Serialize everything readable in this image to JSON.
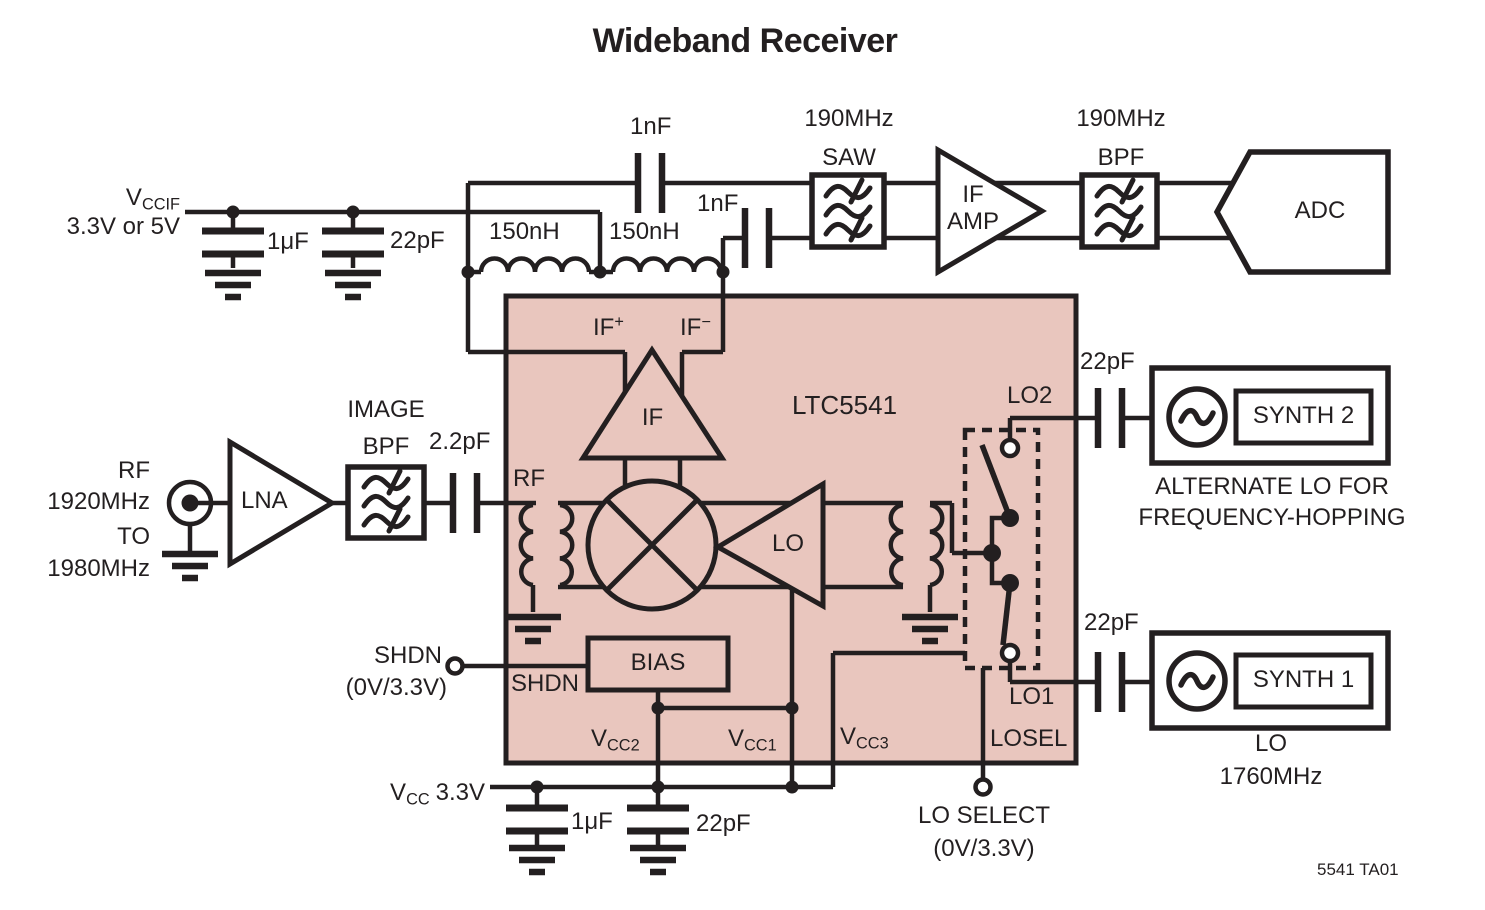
{
  "title": "Wideband Receiver",
  "caption": "5541 TA01",
  "colors": {
    "ink": "#231f20",
    "chip_fill": "#e9c6be",
    "background": "#ffffff"
  },
  "chip": {
    "name": "LTC5541",
    "pins": {
      "rf": "RF",
      "if_plus_base": "IF",
      "if_plus_sup": "+",
      "if_minus_base": "IF",
      "if_minus_sup": "−",
      "shdn": "SHDN",
      "vcc1_base": "V",
      "vcc1_sub": "CC1",
      "vcc2_base": "V",
      "vcc2_sub": "CC2",
      "vcc3_base": "V",
      "vcc3_sub": "CC3",
      "lo1": "LO1",
      "lo2": "LO2",
      "losel": "LOSEL"
    },
    "blocks": {
      "if_amp": "IF",
      "lo_amp": "LO",
      "bias": "BIAS"
    }
  },
  "supply_if": {
    "rail_base": "V",
    "rail_sub": "CCIF",
    "rail_voltage": "3.3V or 5V",
    "cap1": "1μF",
    "cap2": "22pF"
  },
  "if_chain": {
    "inductor1": "150nH",
    "inductor2": "150nH",
    "cap_top": "1nF",
    "cap_bottom": "1nF",
    "saw_line1": "190MHz",
    "saw_line2": "SAW",
    "amp_line1": "IF",
    "amp_line2": "AMP",
    "bpf_line1": "190MHz",
    "bpf_line2": "BPF",
    "adc": "ADC"
  },
  "rf_input": {
    "line1": "RF",
    "line2": "1920MHz",
    "line3": "TO",
    "line4": "1980MHz",
    "lna": "LNA",
    "bpf_line1": "IMAGE",
    "bpf_line2": "BPF",
    "cap": "2.2pF"
  },
  "shdn_control": {
    "label": "SHDN",
    "levels": "(0V/3.3V)"
  },
  "supply_main": {
    "rail_base": "V",
    "rail_sub": "CC",
    "rail_voltage": "3.3V",
    "cap1": "1μF",
    "cap2": "22pF"
  },
  "lo_section": {
    "cap_lo2": "22pF",
    "cap_lo1": "22pF",
    "synth2": "SYNTH 2",
    "synth1": "SYNTH 1",
    "alt_line1": "ALTERNATE LO FOR",
    "alt_line2": "FREQUENCY-HOPPING",
    "lo_line1": "LO",
    "lo_line2": "1760MHz",
    "select_line1": "LO SELECT",
    "select_line2": "(0V/3.3V)"
  }
}
